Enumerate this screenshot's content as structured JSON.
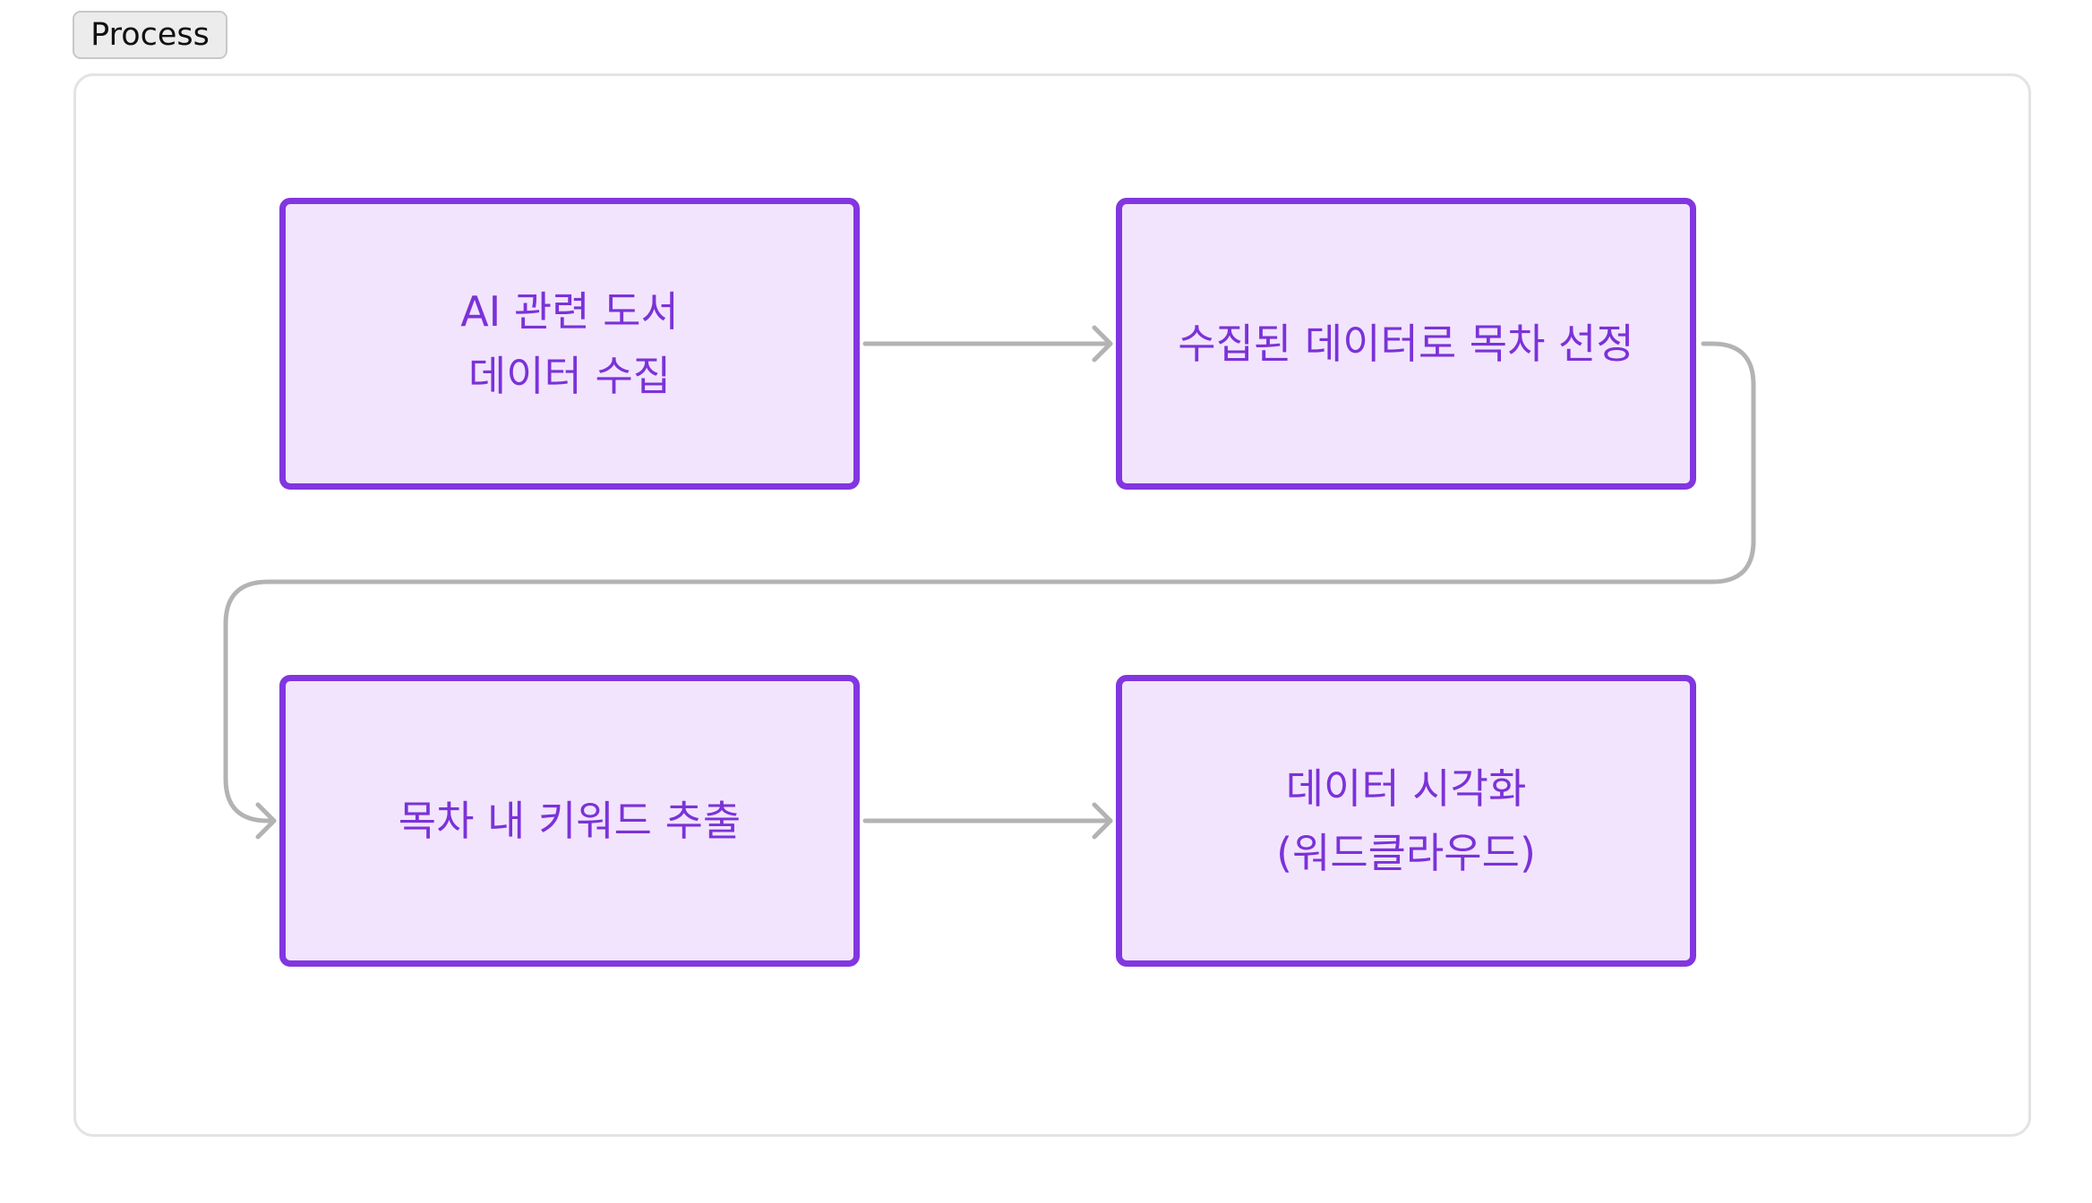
{
  "diagram": {
    "title": "Process",
    "nodes": [
      {
        "label": "AI 관련 도서\n데이터 수집"
      },
      {
        "label": "수집된 데이터로 목차 선정"
      },
      {
        "label": "목차 내 키워드 추출"
      },
      {
        "label": "데이터 시각화\n(워드클라우드)"
      }
    ],
    "edges": [
      {
        "from": 1,
        "to": 2
      },
      {
        "from": 2,
        "to": 3
      },
      {
        "from": 3,
        "to": 4
      }
    ],
    "colors": {
      "node_fill": "#f2e4fd",
      "node_border": "#8236e0",
      "node_text": "#7b32d8",
      "connector": "#b3b3b3",
      "frame_border": "#e3e3e3"
    }
  }
}
